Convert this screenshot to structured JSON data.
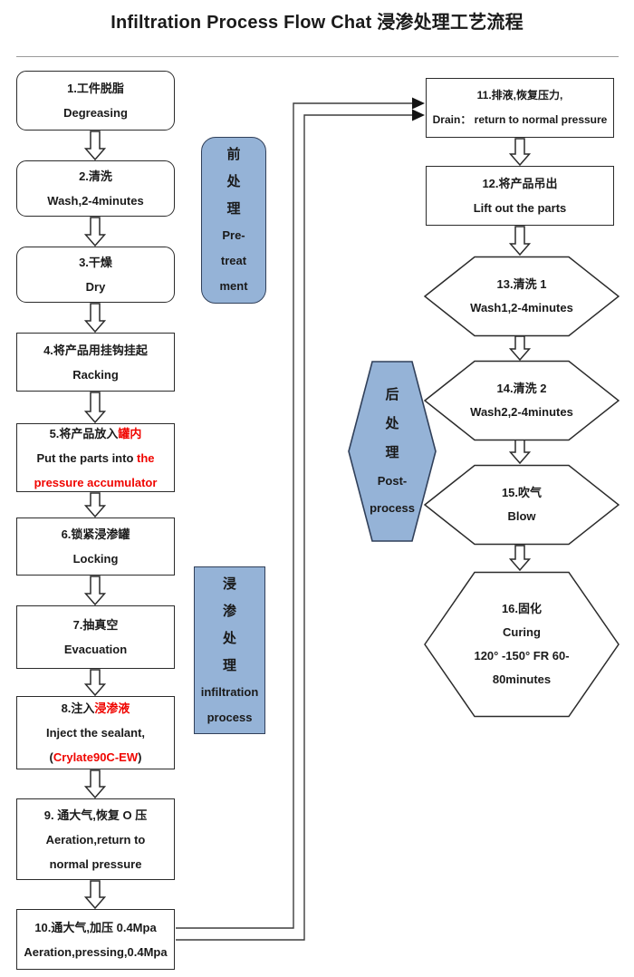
{
  "title": "Infiltration Process Flow Chat 浸渗处理工艺流程",
  "colors": {
    "accent_blue": "#95B3D7",
    "highlight_red": "#FF0000",
    "line_black": "#2B2B2B"
  },
  "stages": {
    "pre": {
      "cn": [
        "前",
        "处",
        "理"
      ],
      "en": [
        "Pre-",
        "treat",
        "ment"
      ]
    },
    "infiltration": {
      "cn": [
        "浸",
        "渗",
        "处",
        "理"
      ],
      "en": [
        "infiltration",
        "process"
      ]
    },
    "post": {
      "cn": [
        "后",
        "处",
        "理"
      ],
      "en": [
        "Post-",
        "process"
      ]
    }
  },
  "steps": [
    {
      "key": "step-1",
      "lines": [
        [
          {
            "text": "1.工件脱脂"
          }
        ],
        [
          {
            "text": "Degreasing"
          }
        ]
      ]
    },
    {
      "key": "step-2",
      "lines": [
        [
          {
            "text": "2.清洗"
          }
        ],
        [
          {
            "text": "Wash,2-4minutes"
          }
        ]
      ]
    },
    {
      "key": "step-3",
      "lines": [
        [
          {
            "text": "3.干燥"
          }
        ],
        [
          {
            "text": "Dry"
          }
        ]
      ]
    },
    {
      "key": "step-4",
      "lines": [
        [
          {
            "text": "4.将产品用挂钩挂起"
          }
        ],
        [
          {
            "text": "Racking"
          }
        ]
      ]
    },
    {
      "key": "step-5",
      "lines": [
        [
          {
            "text": "5.将产品放入"
          },
          {
            "text": "罐内",
            "red": true
          }
        ],
        [
          {
            "text": "Put the parts into "
          },
          {
            "text": "the",
            "red": true
          }
        ],
        [
          {
            "text": "pressure accumulator",
            "red": true
          }
        ]
      ]
    },
    {
      "key": "step-6",
      "lines": [
        [
          {
            "text": "6.锁紧浸渗罐"
          }
        ],
        [
          {
            "text": "Locking"
          }
        ]
      ]
    },
    {
      "key": "step-7",
      "lines": [
        [
          {
            "text": "7.抽真空"
          }
        ],
        [
          {
            "text": "Evacuation"
          }
        ]
      ]
    },
    {
      "key": "step-8",
      "lines": [
        [
          {
            "text": "8.注入"
          },
          {
            "text": "浸渗液",
            "red": true
          }
        ],
        [
          {
            "text": "Inject the sealant,"
          }
        ],
        [
          {
            "text": "("
          },
          {
            "text": "Crylate90C-EW",
            "red": true
          },
          {
            "text": ")"
          }
        ]
      ]
    },
    {
      "key": "step-9",
      "lines": [
        [
          {
            "text": "9. 通大气,恢复 O 压"
          }
        ],
        [
          {
            "text": "Aeration,return to"
          }
        ],
        [
          {
            "text": "normal pressure"
          }
        ]
      ]
    },
    {
      "key": "step-10",
      "lines": [
        [
          {
            "text": "10.通大气,加压 0.4Mpa"
          }
        ],
        [
          {
            "text": "Aeration,pressing,0.4Mpa"
          }
        ]
      ]
    },
    {
      "key": "step-11",
      "lines": [
        [
          {
            "text": "11.排液,恢复压力,"
          }
        ],
        [
          {
            "text": "Drain： return to normal pressure"
          }
        ]
      ]
    },
    {
      "key": "step-12",
      "lines": [
        [
          {
            "text": "12.将产品吊出"
          }
        ],
        [
          {
            "text": "Lift out the parts"
          }
        ]
      ]
    },
    {
      "key": "step-13",
      "lines": [
        [
          {
            "text": "13.清洗 1"
          }
        ],
        [
          {
            "text": "Wash1,2-4minutes"
          }
        ]
      ]
    },
    {
      "key": "step-14",
      "lines": [
        [
          {
            "text": "14.清洗 2"
          }
        ],
        [
          {
            "text": "Wash2,2-4minutes"
          }
        ]
      ]
    },
    {
      "key": "step-15",
      "lines": [
        [
          {
            "text": "15.吹气"
          }
        ],
        [
          {
            "text": "Blow"
          }
        ]
      ]
    },
    {
      "key": "step-16",
      "lines": [
        [
          {
            "text": "16.固化"
          }
        ],
        [
          {
            "text": "Curing"
          }
        ],
        [
          {
            "text": "120° -150° FR 60-"
          }
        ],
        [
          {
            "text": "80minutes"
          }
        ]
      ]
    }
  ]
}
